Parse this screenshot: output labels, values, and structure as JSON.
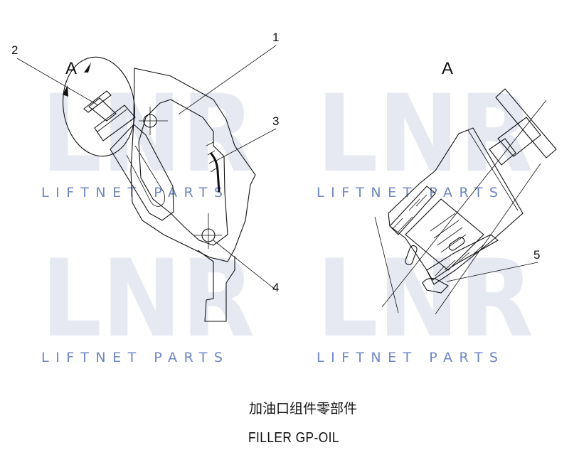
{
  "watermark": {
    "logo_text": "LNR",
    "caption": "LIFTNET PARTS"
  },
  "view_labels": {
    "detail_marker": "A",
    "detail_title": "A"
  },
  "callouts": [
    "1",
    "2",
    "3",
    "4",
    "5"
  ],
  "title": {
    "chinese": "加油口组件零部件",
    "english": "FILLER GP-OIL"
  }
}
